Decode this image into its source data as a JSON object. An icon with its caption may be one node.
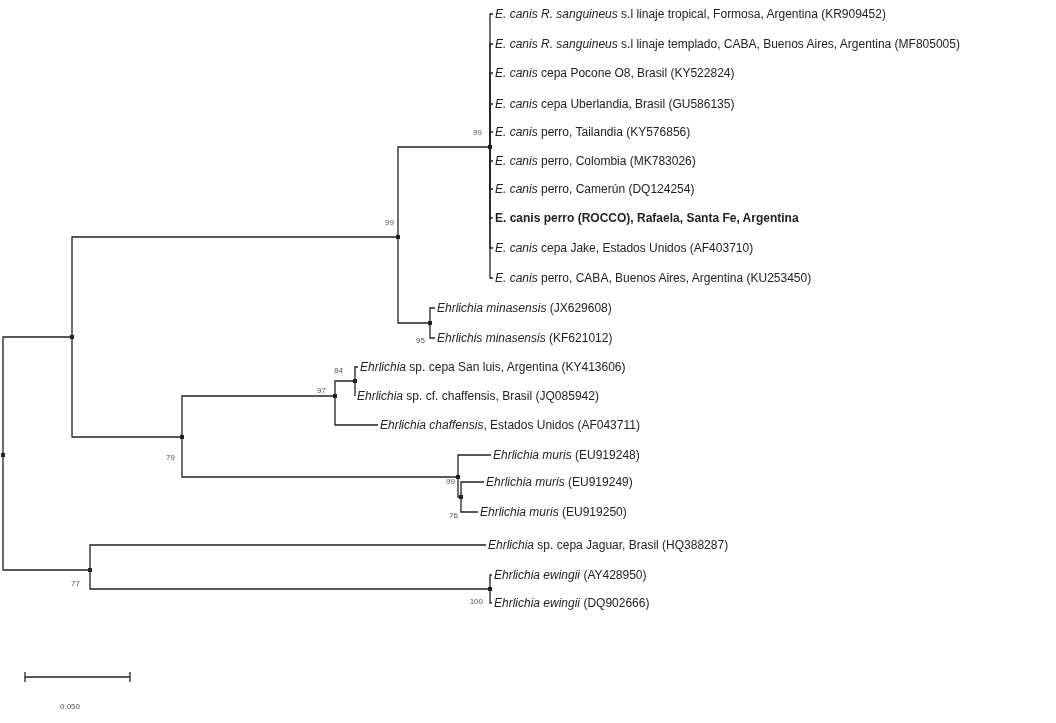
{
  "diagram": {
    "nodes": [
      {
        "text": [],
        "shape": "dot"
      },
      {
        "text": [],
        "shape": "dot"
      },
      {
        "text": [],
        "shape": "dot",
        "beside": [
          "99"
        ]
      },
      {
        "text": [],
        "shape": "dot",
        "beside": [
          "99"
        ]
      },
      {
        "text": [
          "*E. canis R. sanguineus* s.l linaje tropical, Formosa, Argentina (KR909452)"
        ]
      },
      {
        "text": [
          "*E. canis R. sanguineus* s.l linaje templado, CABA, Buenos Aires, Argentina (MF805005)"
        ]
      },
      {
        "text": [
          "*E. canis* cepa Pocone O8, Brasil (KY522824)"
        ]
      },
      {
        "text": [
          "*E. canis* cepa Uberlandia, Brasil (GU586135)"
        ]
      },
      {
        "text": [
          "*E. canis* perro, Tailandia (KY576856)"
        ]
      },
      {
        "text": [
          "*E. canis* perro, Colombia (MK783026)"
        ]
      },
      {
        "text": [
          "*E. canis* perro, Camerún (DQ124254)"
        ]
      },
      {
        "text": [
          "**E. canis perro (ROCCO), Rafaela, Santa Fe, Argentina**"
        ]
      },
      {
        "text": [
          "*E. canis* cepa Jake, Estados Unidos (AF403710)"
        ]
      },
      {
        "text": [
          "*E. canis* perro, CABA, Buenos Aires, Argentina (KU253450)"
        ]
      },
      {
        "text": [],
        "shape": "dot",
        "beside": [
          "95"
        ]
      },
      {
        "text": [
          "*Ehrlichia minasensis* (JX629608)"
        ]
      },
      {
        "text": [
          "*Ehrlichis minasensis* (KF621012)"
        ]
      },
      {
        "text": [],
        "shape": "dot",
        "beside": [
          "79"
        ]
      },
      {
        "text": [],
        "shape": "dot",
        "beside": [
          "97"
        ]
      },
      {
        "text": [],
        "shape": "dot",
        "beside": [
          "84"
        ]
      },
      {
        "text": [
          "*Ehrlichia* sp. cepa San luis, Argentina (KY413606)"
        ]
      },
      {
        "text": [
          "*Ehrlichia* sp. cf. chaffensis, Brasil (JQ085942)"
        ]
      },
      {
        "text": [
          "*Ehrlichia chaffensis*, Estados Unidos (AF043711)"
        ]
      },
      {
        "text": [],
        "shape": "dot",
        "beside": [
          "99"
        ]
      },
      {
        "text": [
          "*Ehrlichia muris* (EU919248)"
        ]
      },
      {
        "text": [],
        "shape": "dot",
        "beside": [
          "76"
        ]
      },
      {
        "text": [
          "*Ehrlichia muris* (EU919249)"
        ]
      },
      {
        "text": [
          "*Ehrlichia muris* (EU919250)"
        ]
      },
      {
        "text": [],
        "shape": "dot",
        "beside": [
          "77"
        ]
      },
      {
        "text": [
          "*Ehrlichia* sp. cepa Jaguar, Brasil (HQ388287)"
        ]
      },
      {
        "text": [],
        "shape": "dot",
        "beside": [
          "100"
        ]
      },
      {
        "text": [
          "*Ehrlichia ewingii* (AY428950)"
        ]
      },
      {
        "text": [
          "*Ehrlichia ewingii* (DQ902666)"
        ]
      }
    ],
    "edges": [
      {
        "from": 0,
        "to": 1,
        "arrow": "none"
      },
      {
        "from": 1,
        "to": 2,
        "arrow": "none"
      },
      {
        "from": 2,
        "to": 3,
        "arrow": "none"
      },
      {
        "from": 3,
        "to": 4,
        "arrow": "none"
      },
      {
        "from": 3,
        "to": 5,
        "arrow": "none"
      },
      {
        "from": 3,
        "to": 6,
        "arrow": "none"
      },
      {
        "from": 3,
        "to": 7,
        "arrow": "none"
      },
      {
        "from": 3,
        "to": 8,
        "arrow": "none"
      },
      {
        "from": 3,
        "to": 9,
        "arrow": "none"
      },
      {
        "from": 3,
        "to": 10,
        "arrow": "none"
      },
      {
        "from": 3,
        "to": 11,
        "arrow": "none"
      },
      {
        "from": 3,
        "to": 12,
        "arrow": "none"
      },
      {
        "from": 3,
        "to": 13,
        "arrow": "none"
      },
      {
        "from": 2,
        "to": 14,
        "arrow": "none"
      },
      {
        "from": 14,
        "to": 15,
        "arrow": "none"
      },
      {
        "from": 14,
        "to": 16,
        "arrow": "none"
      },
      {
        "from": 1,
        "to": 17,
        "arrow": "none"
      },
      {
        "from": 17,
        "to": 18,
        "arrow": "none"
      },
      {
        "from": 18,
        "to": 19,
        "arrow": "none"
      },
      {
        "from": 19,
        "to": 20,
        "arrow": "none"
      },
      {
        "from": 19,
        "to": 21,
        "arrow": "none"
      },
      {
        "from": 18,
        "to": 22,
        "arrow": "none"
      },
      {
        "from": 17,
        "to": 23,
        "arrow": "none"
      },
      {
        "from": 23,
        "to": 24,
        "arrow": "none"
      },
      {
        "from": 23,
        "to": 25,
        "arrow": "none"
      },
      {
        "from": 25,
        "to": 26,
        "arrow": "none"
      },
      {
        "from": 25,
        "to": 27,
        "arrow": "none"
      },
      {
        "from": 0,
        "to": 28,
        "arrow": "none"
      },
      {
        "from": 28,
        "to": 29,
        "arrow": "none"
      },
      {
        "from": 28,
        "to": 30,
        "arrow": "none"
      },
      {
        "from": 30,
        "to": 31,
        "arrow": "none"
      },
      {
        "from": 30,
        "to": 32,
        "arrow": "none"
      }
    ],
    "labels": [
      "0.050"
    ]
  }
}
